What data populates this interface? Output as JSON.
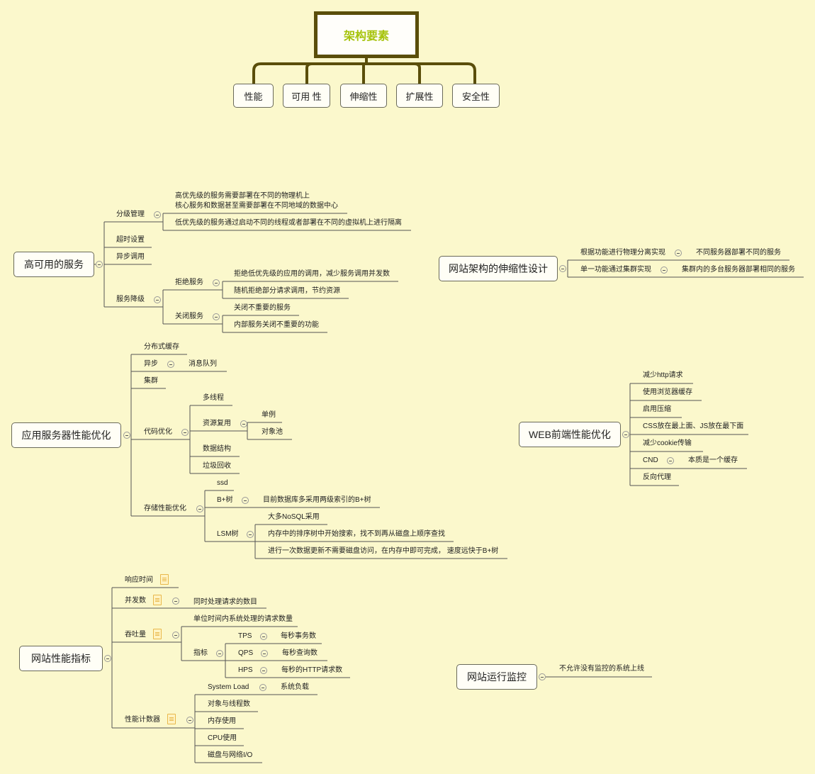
{
  "root": {
    "title": "架构要素",
    "children": [
      "性能",
      "可用 性",
      "伸缩性",
      "扩展性",
      "安全性"
    ]
  },
  "ha": {
    "title": "高可用的服务",
    "tier": "分级管理",
    "tier_a1": "高优先级的服务需要部署在不同的物理机上",
    "tier_a2": "核心服务和数据甚至需要部署在不同地域的数据中心",
    "tier_b": "低优先级的服务通过启动不同的线程或者部署在不同的虚拟机上进行隔离",
    "timeout": "超时设置",
    "async": "异步调用",
    "degrade": "服务降级",
    "reject": "拒绝服务",
    "reject_1": "拒绝低优先级的应用的调用，减少服务调用并发数",
    "reject_2": "随机拒绝部分请求调用，节约资源",
    "close": "关闭服务",
    "close_1": "关闭不重要的服务",
    "close_2": "内部服务关闭不重要的功能"
  },
  "scale": {
    "title": "网站架构的伸缩性设计",
    "r1": "根据功能进行物理分离实现",
    "r1_child": "不同服务器部署不同的服务",
    "r2": "单一功能通过集群实现",
    "r2_child": "集群内的多台服务器部署相同的服务"
  },
  "app": {
    "title": "应用服务器性能优化",
    "cache": "分布式缓存",
    "async": "异步",
    "mq": "消息队列",
    "cluster": "集群",
    "code": "代码优化",
    "thread": "多线程",
    "reuse": "资源复用",
    "singleton": "单例",
    "pool": "对象池",
    "ds": "数据结构",
    "gc": "垃圾回收",
    "storage": "存储性能优化",
    "ssd": "ssd",
    "btree": "B+树",
    "btree_desc": "目前数据库多采用两级索引的B+树",
    "lsm": "LSM树",
    "lsm_1": "大多NoSQL采用",
    "lsm_2": "内存中的排序树中开始搜索，找不到再从磁盘上顺序查找",
    "lsm_3": "进行一次数据更新不需要磁盘访问，在内存中即可完成， 速度远快于B+树"
  },
  "web": {
    "title": "WEB前端性能优化",
    "items": [
      "减少http请求",
      "使用浏览器缓存",
      "启用压缩",
      "CSS放在最上面、JS放在最下面",
      "减少cookie传输",
      "CND",
      "反向代理"
    ],
    "cnd_child": "本质是一个缓存"
  },
  "metrics": {
    "title": "网站性能指标",
    "rt": "响应时间",
    "conc": "并发数",
    "conc_desc": "同时处理请求的数目",
    "tp": "吞吐量",
    "tp_desc": "单位时间内系统处理的请求数量",
    "ind": "指标",
    "tps": "TPS",
    "tps_desc": "每秒事务数",
    "qps": "QPS",
    "qps_desc": "每秒查询数",
    "hps": "HPS",
    "hps_desc": "每秒的HTTP请求数",
    "counter": "性能计数器",
    "sysload": "System Load",
    "sysload_desc": "系统负载",
    "objthr": "对象与线程数",
    "mem": "内存使用",
    "cpu": "CPU使用",
    "io": "磁盘与网络I/O"
  },
  "monitor": {
    "title": "网站运行监控",
    "rule": "不允许没有监控的系统上线"
  },
  "colors": {
    "background": "#fbf8cc",
    "root_border": "#5a4e0a",
    "root_text": "#a6c30b",
    "line": "#555555"
  }
}
